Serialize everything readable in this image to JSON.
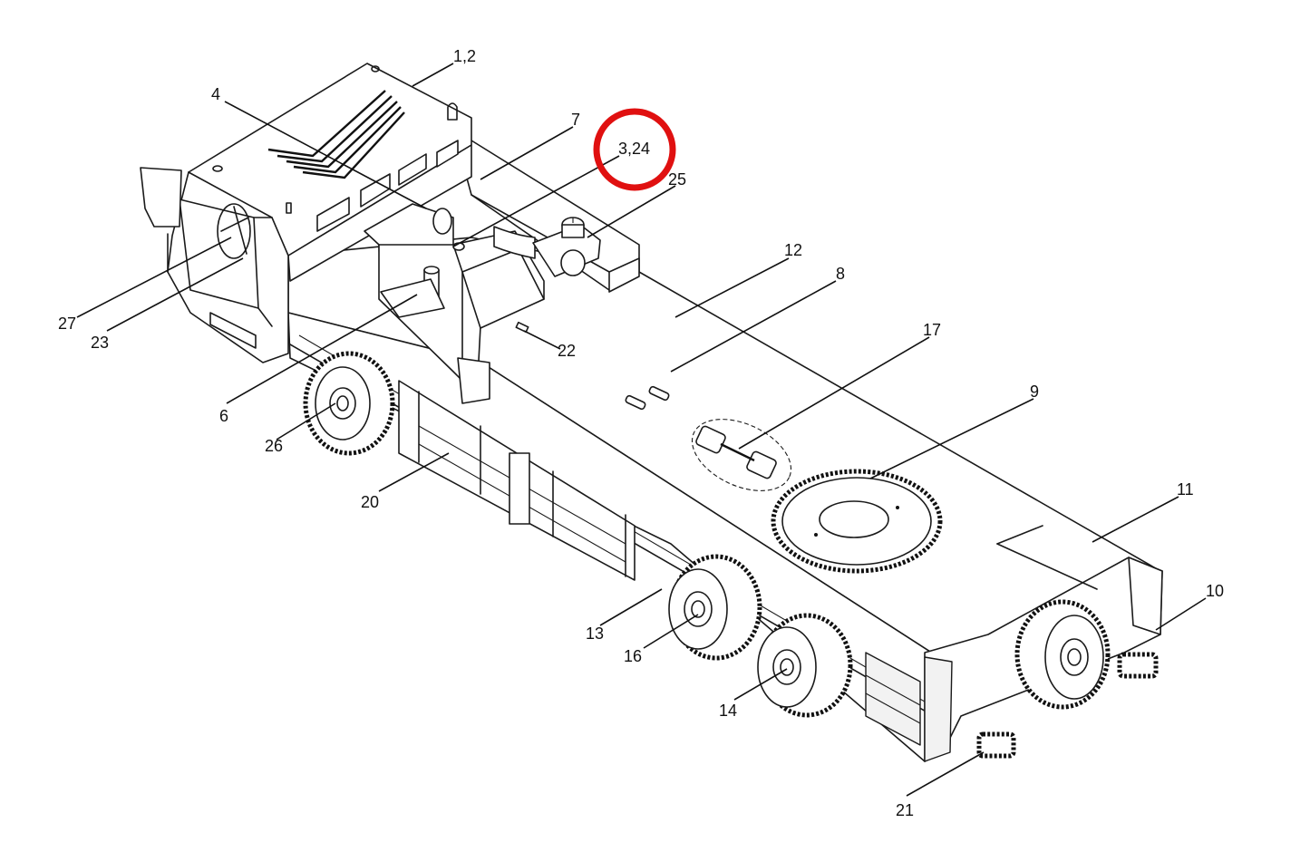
{
  "diagram": {
    "highlight_color": "#e01010",
    "line_color": "#1a1a1a",
    "callouts": [
      {
        "id": "c-1-2",
        "text": "1,2"
      },
      {
        "id": "c-4",
        "text": "4"
      },
      {
        "id": "c-7",
        "text": "7"
      },
      {
        "id": "c-3-24",
        "text": "3,24"
      },
      {
        "id": "c-25",
        "text": "25"
      },
      {
        "id": "c-12",
        "text": "12"
      },
      {
        "id": "c-8",
        "text": "8"
      },
      {
        "id": "c-17",
        "text": "17"
      },
      {
        "id": "c-9",
        "text": "9"
      },
      {
        "id": "c-22",
        "text": "22"
      },
      {
        "id": "c-27",
        "text": "27"
      },
      {
        "id": "c-23",
        "text": "23"
      },
      {
        "id": "c-6",
        "text": "6"
      },
      {
        "id": "c-26",
        "text": "26"
      },
      {
        "id": "c-20",
        "text": "20"
      },
      {
        "id": "c-11",
        "text": "11"
      },
      {
        "id": "c-10",
        "text": "10"
      },
      {
        "id": "c-13",
        "text": "13"
      },
      {
        "id": "c-16",
        "text": "16"
      },
      {
        "id": "c-14",
        "text": "14"
      },
      {
        "id": "c-21",
        "text": "21"
      }
    ]
  }
}
